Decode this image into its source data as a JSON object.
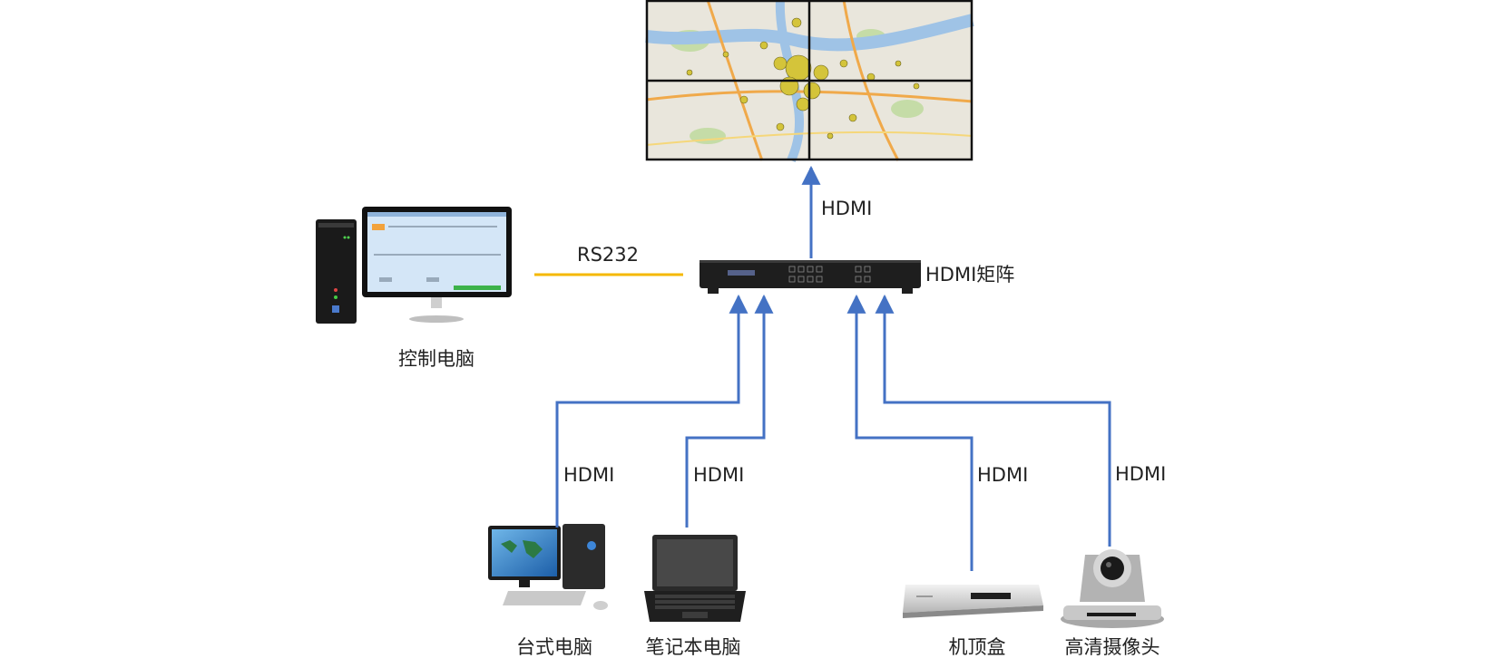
{
  "labels": {
    "control_pc": "控制电脑",
    "matrix": "HDMI矩阵",
    "desktop": "台式电脑",
    "laptop": "笔记本电脑",
    "stb": "机顶盒",
    "camera": "高清摄像头"
  },
  "links": {
    "rs232": "RS232",
    "hdmi_out": "HDMI",
    "hdmi_desktop": "HDMI",
    "hdmi_laptop": "HDMI",
    "hdmi_stb": "HDMI",
    "hdmi_camera": "HDMI"
  },
  "colors": {
    "hdmi_line": "#4472c4",
    "rs232_line": "#f5b800",
    "device_dark": "#222222",
    "map_land": "#e9e6dc",
    "map_river": "#9fc3e6"
  }
}
